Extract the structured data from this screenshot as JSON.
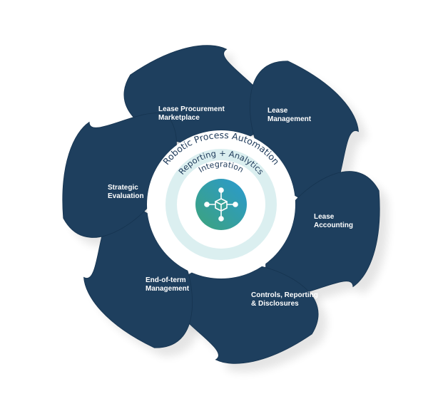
{
  "diagram": {
    "segments": [
      {
        "lines": [
          "Lease Procurement",
          "Marketplace"
        ]
      },
      {
        "lines": [
          "Lease",
          "Management"
        ]
      },
      {
        "lines": [
          "Lease",
          "Accounting"
        ]
      },
      {
        "lines": [
          "Controls, Reporting",
          "& Disclosures"
        ]
      },
      {
        "lines": [
          "End-of-term",
          "Management"
        ]
      },
      {
        "lines": [
          "Strategic",
          "Evaluation"
        ]
      }
    ],
    "rings": {
      "outer": "Robotic Process Automation",
      "middle": "Reporting + Analytics",
      "inner": "Integration"
    },
    "center_icon": "cube-network-icon",
    "colors": {
      "segment": "#1e3f5e",
      "segment_edge": "#163450",
      "ring_outer": "#ffffff",
      "ring_middle": "#dbeff0",
      "ring_inner": "#ffffff",
      "center_from": "#3da37b",
      "center_to": "#2a9ad0",
      "text_dark": "#1e3a5a"
    }
  }
}
